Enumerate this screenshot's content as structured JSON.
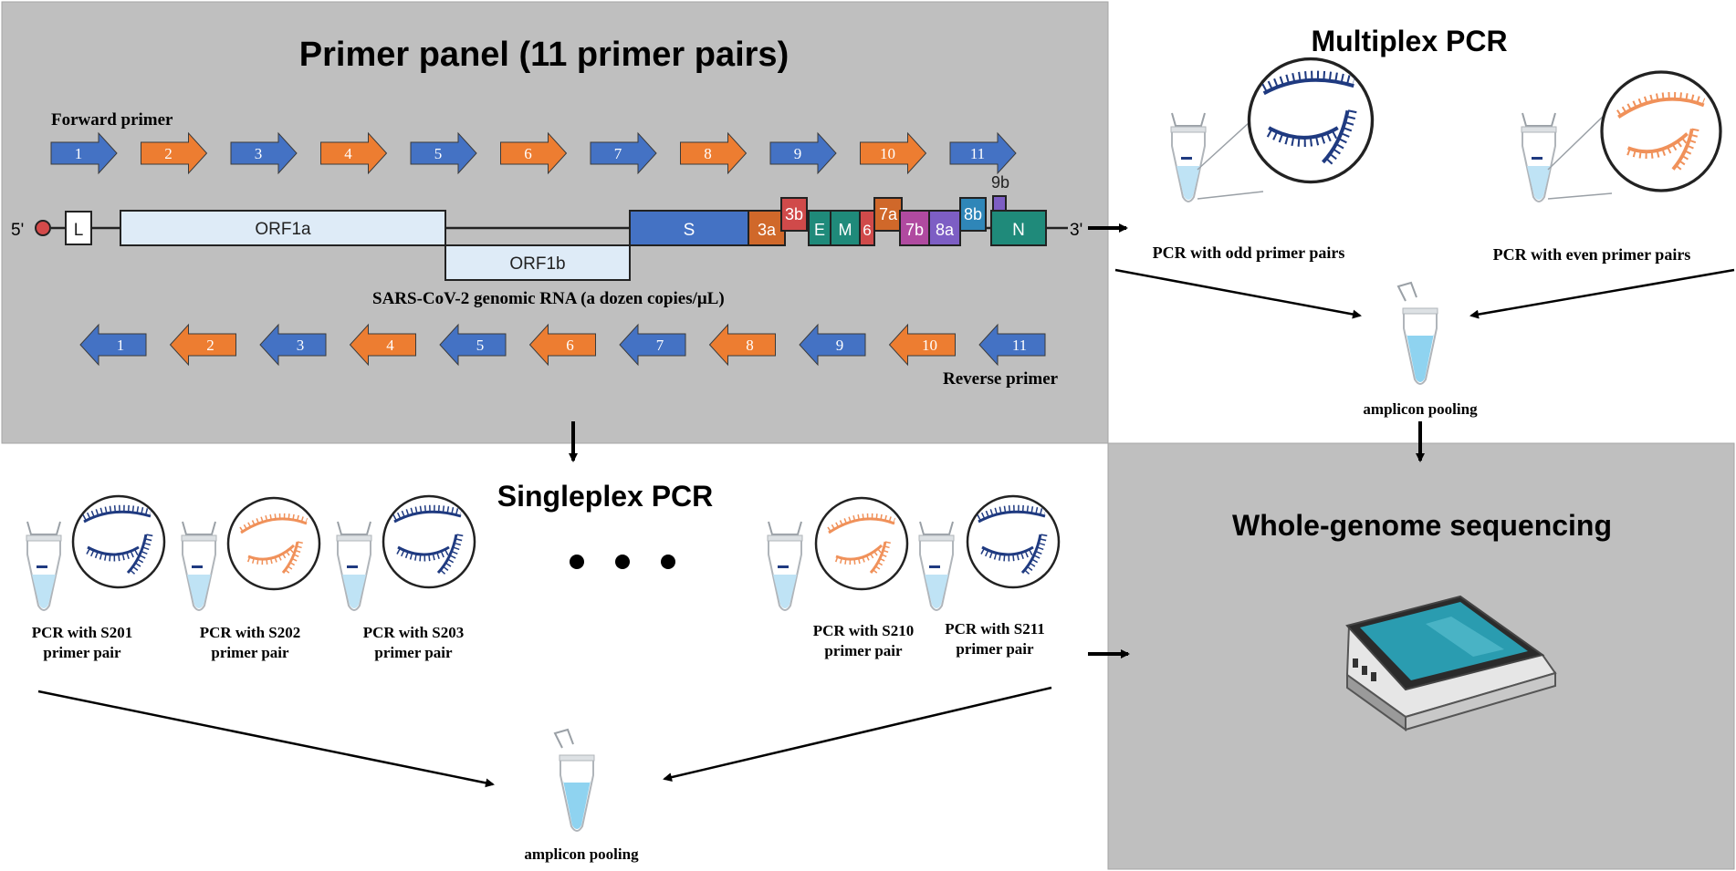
{
  "panels": {
    "primer_panel_title": "Primer panel (11 primer pairs)",
    "multiplex_title": "Multiplex PCR",
    "singleplex_title": "Singleplex PCR",
    "wgs_title": "Whole-genome sequencing"
  },
  "primers": {
    "forward_label": "Forward primer",
    "reverse_label": "Reverse primer",
    "numbers": [
      "1",
      "2",
      "3",
      "4",
      "5",
      "6",
      "7",
      "8",
      "9",
      "10",
      "11"
    ],
    "colors": {
      "odd": "#4472c4",
      "even": "#ed7d31"
    }
  },
  "genome": {
    "five_prime": "5'",
    "three_prime": "3'",
    "caption": "SARS-CoV-2 genomic RNA (a dozen copies/μL)",
    "segments": {
      "L": "L",
      "ORF1a": "ORF1a",
      "ORF1b": "ORF1b",
      "S": "S",
      "g3a": "3a",
      "g3b": "3b",
      "E": "E",
      "M": "M",
      "g6": "6",
      "g7a": "7a",
      "g7b": "7b",
      "g8a": "8a",
      "g8b": "8b",
      "g9b": "9b",
      "N": "N"
    }
  },
  "multiplex": {
    "odd_caption": "PCR with odd primer pairs",
    "even_caption": "PCR with even primer pairs",
    "pool_caption": "amplicon pooling"
  },
  "singleplex": {
    "tube1": [
      "PCR with S201",
      "primer pair"
    ],
    "tube2": [
      "PCR with S202",
      "primer pair"
    ],
    "tube3": [
      "PCR with S203",
      "primer pair"
    ],
    "tube10": [
      "PCR with S210",
      "primer pair"
    ],
    "tube11": [
      "PCR with S211",
      "primer pair"
    ],
    "pool_caption": "amplicon pooling"
  }
}
